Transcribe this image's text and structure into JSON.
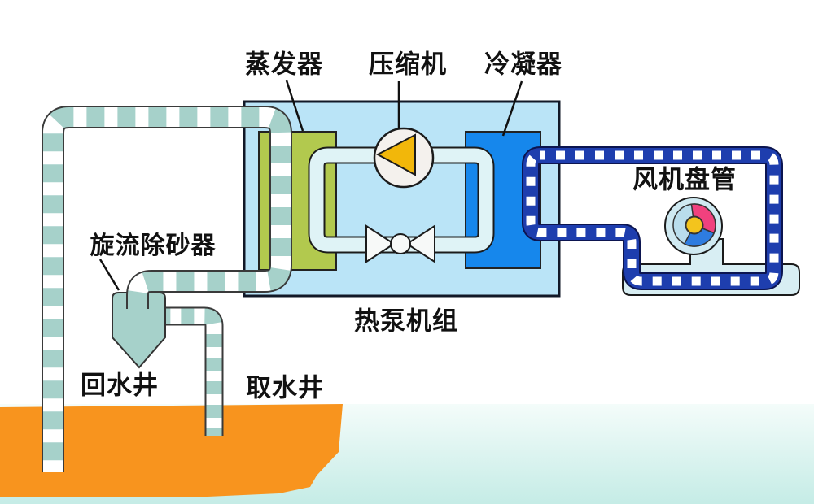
{
  "diagram": {
    "title_context": "water-source heat pump system schematic",
    "labels": {
      "evaporator": "蒸发器",
      "compressor": "压缩机",
      "condenser": "冷凝器",
      "fan_coil": "风机盘管",
      "heat_pump_unit": "热泵机组",
      "cyclone_sand_remover": "旋流除砂器",
      "return_well": "回水井",
      "intake_well": "取水井"
    },
    "colors": {
      "unit_box_fill": "#bae4f7",
      "unit_box_border": "#111827",
      "evaporator_fill": "#b2c94e",
      "condenser_fill": "#1687ec",
      "refrigerant_pipe": "#dff3f6",
      "hot_water_pipe": "#1e3eae",
      "hot_water_pipe_outline": "#0c1550",
      "ground_water_pipe": "#a6d1ca",
      "compressor_body": "#f4f1ed",
      "compressor_triangle": "#f2b70a",
      "valve_fill": "#f7f9f8",
      "fan_body_fill": "#cfe9f1",
      "fan_base_fill": "#d8eef3",
      "fan_segment_pink": "#f0417e",
      "fan_segment_blue": "#2e7ce0",
      "fan_segment_pale": "#b9ddec",
      "fan_hub_yellow": "#f3c41d",
      "sand_remover_fill": "#a6d1ca",
      "ground_fill": "#f8941e",
      "water_fill": "#c5ece6"
    }
  }
}
